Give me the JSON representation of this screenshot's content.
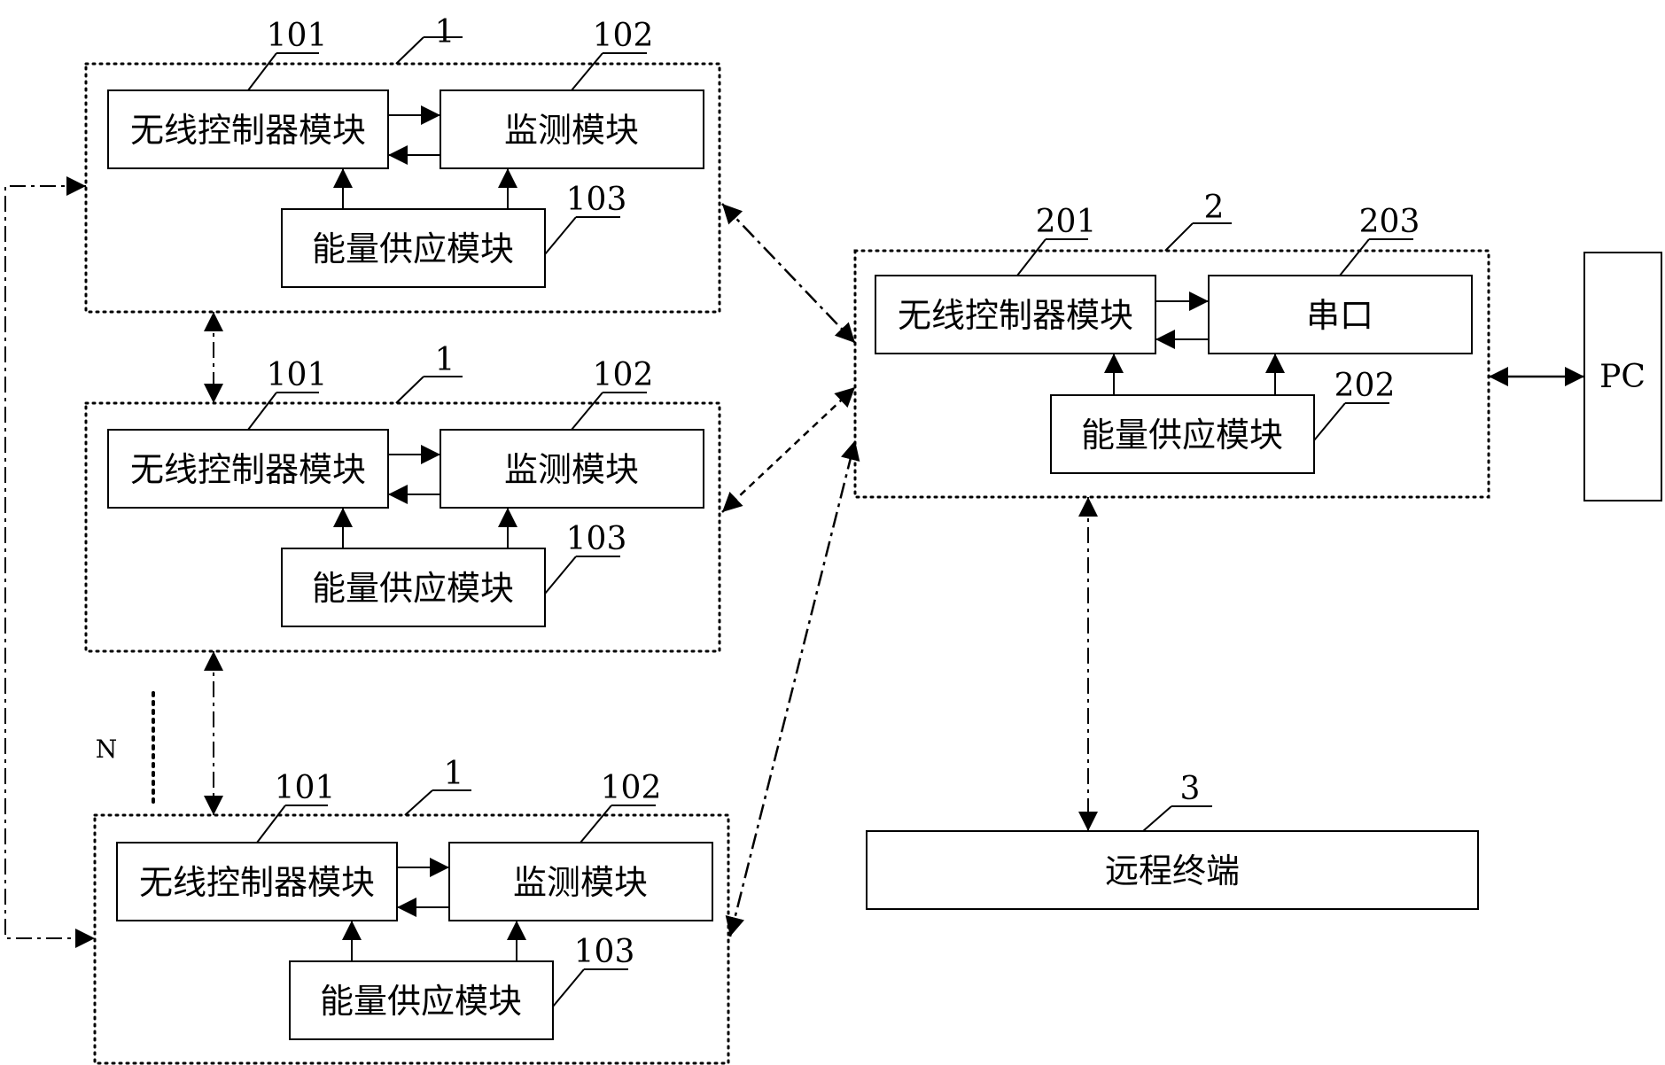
{
  "sensor_nodes": [
    {
      "id_label": "1",
      "wireless_label": "101",
      "monitor_label": "102",
      "energy_label": "103",
      "wireless_text": "无线控制器模块",
      "monitor_text": "监测模块",
      "energy_text": "能量供应模块"
    },
    {
      "id_label": "1",
      "wireless_label": "101",
      "monitor_label": "102",
      "energy_label": "103",
      "wireless_text": "无线控制器模块",
      "monitor_text": "监测模块",
      "energy_text": "能量供应模块"
    },
    {
      "id_label": "1",
      "wireless_label": "101",
      "monitor_label": "102",
      "energy_label": "103",
      "wireless_text": "无线控制器模块",
      "monitor_text": "监测模块",
      "energy_text": "能量供应模块"
    }
  ],
  "gateway": {
    "id_label": "2",
    "wireless_label": "201",
    "energy_label": "202",
    "serial_label": "203",
    "wireless_text": "无线控制器模块",
    "serial_text": "串口",
    "energy_text": "能量供应模块"
  },
  "pc": {
    "text": "PC"
  },
  "remote_terminal": {
    "id_label": "3",
    "text": "远程终端"
  },
  "n_label": "N"
}
